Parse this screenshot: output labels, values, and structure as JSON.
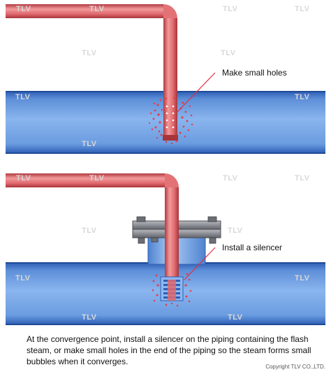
{
  "panels": [
    {
      "label": "Make small holes"
    },
    {
      "label": "Install a silencer"
    }
  ],
  "watermark": "TLV",
  "caption": "At the convergence point, install a silencer on the piping containing the flash steam, or make small holes in the end of the piping so the steam forms small bubbles when it converges.",
  "copyright": "Copyright TLV CO.,LTD.",
  "colors": {
    "main_pipe": "#6f9fe0",
    "main_pipe_edge": "#2e5fb5",
    "steam_pipe": "#e6787a",
    "steam_pipe_edge": "#b23a40",
    "bubbles": "#e0414f",
    "flange": "#8d8f96",
    "silencer_body": "#8fb7ef",
    "callout_line": "#e03040"
  }
}
